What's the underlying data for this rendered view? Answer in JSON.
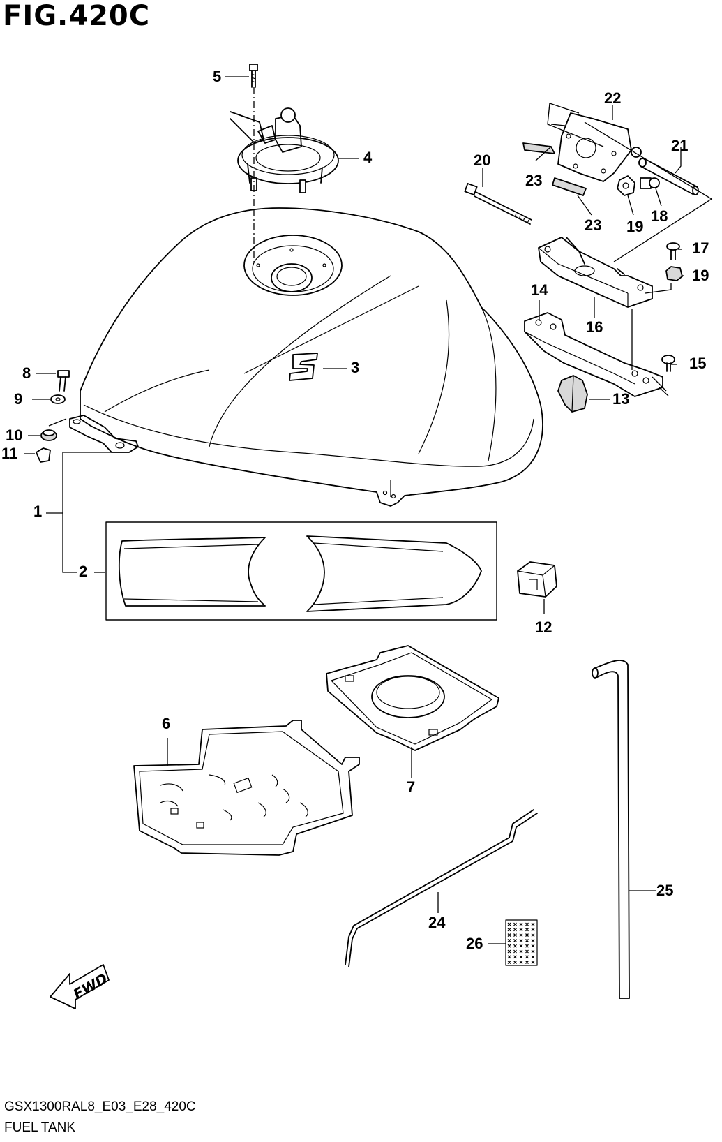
{
  "figure": {
    "title": "FIG.420C",
    "model_code": "GSX1300RAL8_E03_E28_420C",
    "name": "FUEL TANK",
    "direction_arrow_label": "FWD"
  },
  "callouts": [
    {
      "id": "c1",
      "label": "1"
    },
    {
      "id": "c2",
      "label": "2"
    },
    {
      "id": "c3",
      "label": "3"
    },
    {
      "id": "c4",
      "label": "4"
    },
    {
      "id": "c5",
      "label": "5"
    },
    {
      "id": "c6",
      "label": "6"
    },
    {
      "id": "c7",
      "label": "7"
    },
    {
      "id": "c8",
      "label": "8"
    },
    {
      "id": "c9",
      "label": "9"
    },
    {
      "id": "c10",
      "label": "10"
    },
    {
      "id": "c11",
      "label": "11"
    },
    {
      "id": "c12",
      "label": "12"
    },
    {
      "id": "c13",
      "label": "13"
    },
    {
      "id": "c14",
      "label": "14"
    },
    {
      "id": "c15",
      "label": "15"
    },
    {
      "id": "c16",
      "label": "16"
    },
    {
      "id": "c17",
      "label": "17"
    },
    {
      "id": "c18",
      "label": "18"
    },
    {
      "id": "c19a",
      "label": "19"
    },
    {
      "id": "c19b",
      "label": "19"
    },
    {
      "id": "c20",
      "label": "20"
    },
    {
      "id": "c21",
      "label": "21"
    },
    {
      "id": "c22",
      "label": "22"
    },
    {
      "id": "c23a",
      "label": "23"
    },
    {
      "id": "c23b",
      "label": "23"
    },
    {
      "id": "c24",
      "label": "24"
    },
    {
      "id": "c25",
      "label": "25"
    },
    {
      "id": "c26",
      "label": "26"
    }
  ]
}
